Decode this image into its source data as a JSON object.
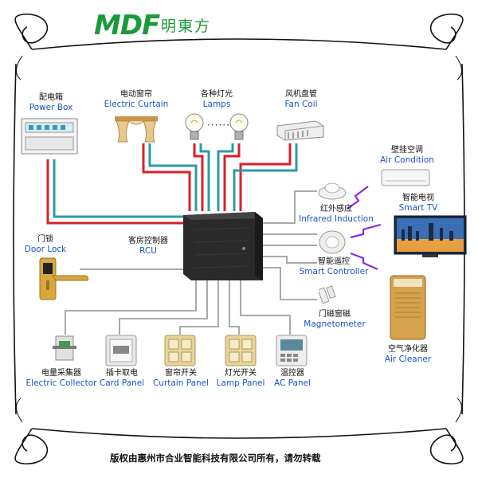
{
  "brand": {
    "logo_text": "MDF",
    "name_cn": "明東方"
  },
  "center": {
    "zh": "客房控制器",
    "en": "RCU"
  },
  "devices": {
    "power_box": {
      "zh": "配电箱",
      "en": "Power Box"
    },
    "electric_curtain": {
      "zh": "电动窗帘",
      "en": "Electric Curtain"
    },
    "lamps": {
      "zh": "各种灯光",
      "en": "Lamps"
    },
    "fan_coil": {
      "zh": "风机盘管",
      "en": "Fan Coil"
    },
    "air_condition": {
      "zh": "壁挂空调",
      "en": "Air Condition"
    },
    "infrared_induction": {
      "zh": "红外感应",
      "en": "Infrared Induction"
    },
    "smart_tv": {
      "zh": "智能电视",
      "en": "Smart TV"
    },
    "door_lock": {
      "zh": "门锁",
      "en": "Door Lock"
    },
    "smart_controller": {
      "zh": "智能遥控",
      "en": "Smart Controller"
    },
    "magnetometer": {
      "zh": "门磁窗磁",
      "en": "Magnetometer"
    },
    "air_cleaner": {
      "zh": "空气净化器",
      "en": "Air Cleaner"
    },
    "electric_collector": {
      "zh": "电量采集器",
      "en": "Electric Collector"
    },
    "card_panel": {
      "zh": "插卡取电",
      "en": "Card Panel"
    },
    "curtain_panel": {
      "zh": "窗帘开关",
      "en": "Curtain Panel"
    },
    "lamp_panel": {
      "zh": "灯光开关",
      "en": "Lamp Panel"
    },
    "ac_panel": {
      "zh": "温控器",
      "en": "AC Panel"
    }
  },
  "footer": "版权由惠州市合业智能科技有限公司所有，请勿转载",
  "colors": {
    "brand_green": "#1a9a3a",
    "label_blue": "#1a53c8",
    "power_wire": "#d9202a",
    "signal_wire": "#2e9aa3",
    "bus_wire": "#aaaaaa",
    "wireless": "#8a2be2",
    "rcu": "#2a2a2a"
  }
}
